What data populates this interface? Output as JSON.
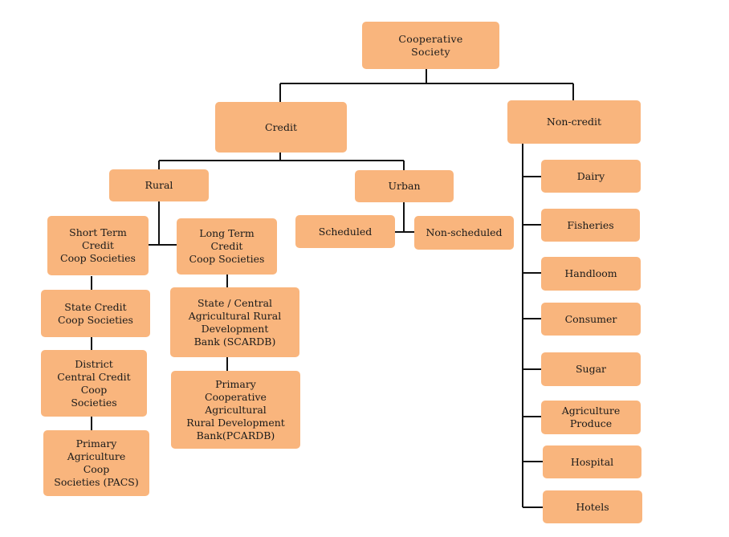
{
  "colors": {
    "node_fill": "#f9b57d",
    "connector": "#111111",
    "background": "#ffffff"
  },
  "nodes": {
    "cooperative_society": "Cooperative\nSociety",
    "credit": "Credit",
    "non_credit": "Non-credit",
    "rural": "Rural",
    "urban": "Urban",
    "short_term": "Short Term\nCredit\nCoop Societies",
    "long_term": "Long Term\nCredit\nCoop Societies",
    "scheduled": "Scheduled",
    "non_scheduled": "Non-scheduled",
    "state_credit": "State Credit\nCoop Societies",
    "district_central": "District\nCentral Credit\nCoop\nSocieties",
    "pacs": "Primary\nAgriculture\nCoop\nSocieties (PACS)",
    "scardb": "State / Central\nAgricultural Rural\nDevelopment\nBank (SCARDB)",
    "pcardb": "Primary\nCooperative\nAgricultural\nRural Development\nBank(PCARDB)",
    "dairy": "Dairy",
    "fisheries": "Fisheries",
    "handloom": "Handloom",
    "consumer": "Consumer",
    "sugar": "Sugar",
    "agriculture_produce": "Agriculture\nProduce",
    "hospital": "Hospital",
    "hotels": "Hotels"
  }
}
